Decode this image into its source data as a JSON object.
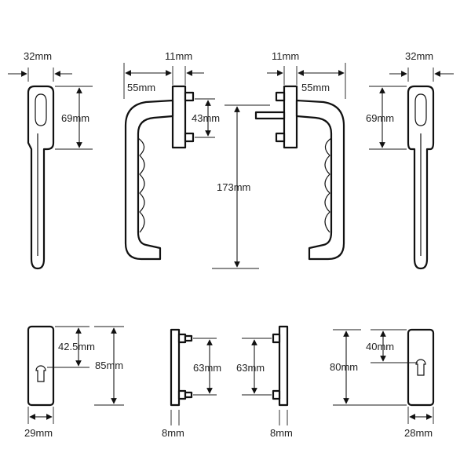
{
  "labels": {
    "width_top_left": "32mm",
    "backplate_thick_left": "11mm",
    "projection_left": "55mm",
    "height_top_left": "69mm",
    "spindle_left": "43mm",
    "overall": "173mm",
    "backplate_thick_right": "11mm",
    "projection_right": "55mm",
    "width_top_right": "32mm",
    "height_top_right": "69mm",
    "euro_offset_left": "42.5mm",
    "plate_height_left": "85mm",
    "plate_width_left": "29mm",
    "bolt_centers_left": "63mm",
    "plate_depth_left": "8mm",
    "bolt_centers_right": "63mm",
    "plate_depth_right": "8mm",
    "euro_offset_right": "40mm",
    "plate_height_right": "80mm",
    "plate_width_right": "28mm"
  }
}
